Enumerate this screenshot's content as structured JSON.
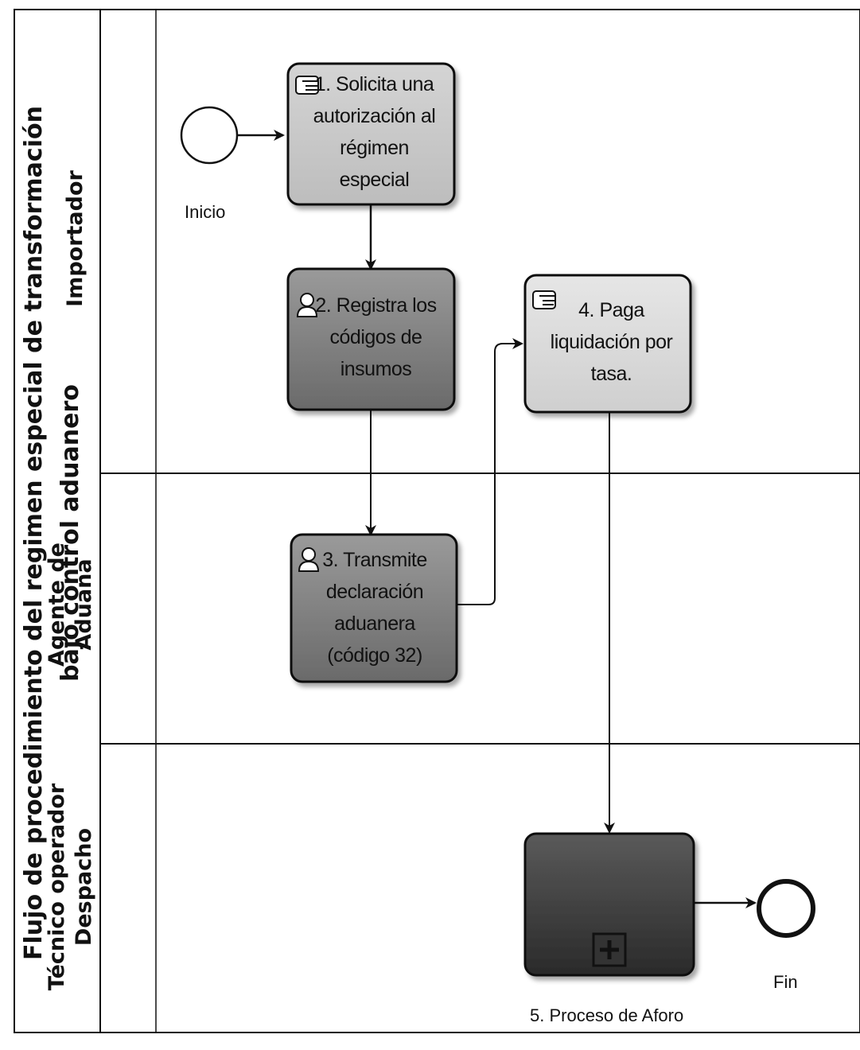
{
  "pool": {
    "title_line1": "Flujo de procedimiento del regimen especial de transformación",
    "title_line2": "bajo control aduanero"
  },
  "lanes": [
    {
      "label_line1": "Importador",
      "label_line2": ""
    },
    {
      "label_line1": "Agente de",
      "label_line2": "Aduana"
    },
    {
      "label_line1": "Técnico operador",
      "label_line2": "Despacho"
    }
  ],
  "events": {
    "start_label": "Inicio",
    "end_label": "Fin"
  },
  "tasks": [
    {
      "icon": "manual-task-icon",
      "lines": [
        "1. Solicita una",
        "autorización al",
        "régimen",
        "especial"
      ]
    },
    {
      "icon": "user-task-icon",
      "lines": [
        "2. Registra los",
        "códigos de",
        "insumos"
      ]
    },
    {
      "icon": "user-task-icon",
      "lines": [
        "3. Transmite",
        "declaración",
        "aduanera",
        "(código 32)"
      ]
    },
    {
      "icon": "manual-task-icon",
      "lines": [
        "4. Paga",
        "liquidación por",
        "tasa."
      ]
    }
  ],
  "subprocess": {
    "label": "5. Proceso de Aforo",
    "marker_icon": "collapsed-subprocess-plus-icon"
  },
  "colors": {
    "task_light": "#d9d9d9",
    "task_mid": "#8a8a8a",
    "task_dark": "#4d4d4d",
    "stroke": "#111111"
  }
}
